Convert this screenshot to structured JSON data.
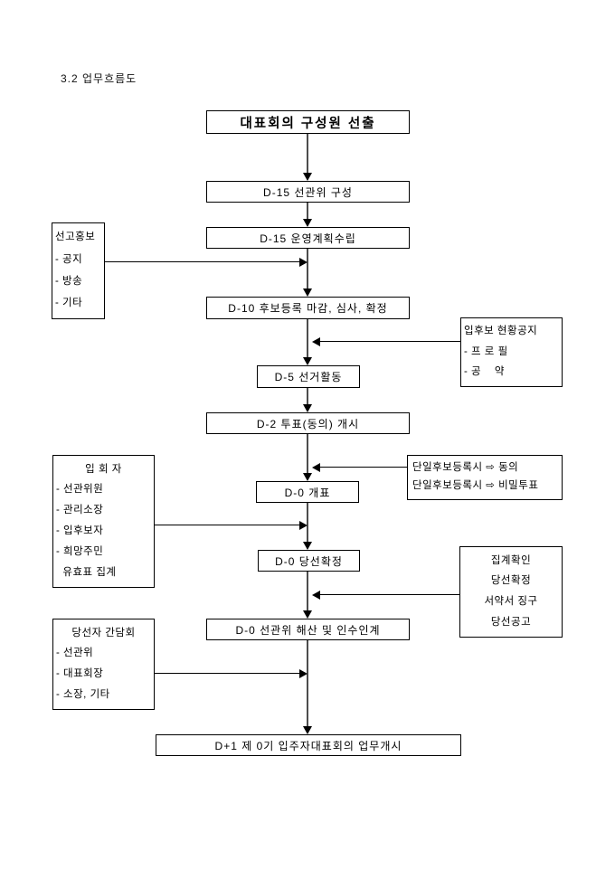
{
  "page": {
    "heading": "3.2 업무흐름도"
  },
  "flow": {
    "title": "대표회의 구성원 선출",
    "steps": [
      "D-15 선관위 구성",
      "D-15 운영계획수립",
      "D-10 후보등록 마감, 심사, 확정",
      "D-5 선거활동",
      "D-2 투표(동의) 개시",
      "D-0 개표",
      "D-0 당선확정",
      "D-0 선관위 해산 및 인수인계",
      "D+1 제 0기 입주자대표회의 업무개시"
    ],
    "left_boxes": [
      {
        "title": "선고홍보",
        "items": [
          "- 공지",
          "- 방송",
          "- 기타"
        ]
      },
      {
        "title": "입 회 자",
        "items": [
          "- 선관위원",
          "- 관리소장",
          "- 입후보자",
          "- 희망주민",
          "  유효표 집계"
        ]
      },
      {
        "title": "당선자 간담회",
        "items": [
          "- 선관위",
          "- 대표회장",
          "- 소장, 기타"
        ]
      }
    ],
    "right_boxes": [
      {
        "title": "입후보 현황공지",
        "items": [
          "- 프 로 필",
          "- 공    약"
        ]
      },
      {
        "lines": [
          "단일후보등록시 ⇨ 동의",
          "단일후보등록시 ⇨ 비밀투표"
        ]
      },
      {
        "lines": [
          "집계확인",
          "당선확정",
          "서약서 징구",
          "당선공고"
        ]
      }
    ]
  }
}
